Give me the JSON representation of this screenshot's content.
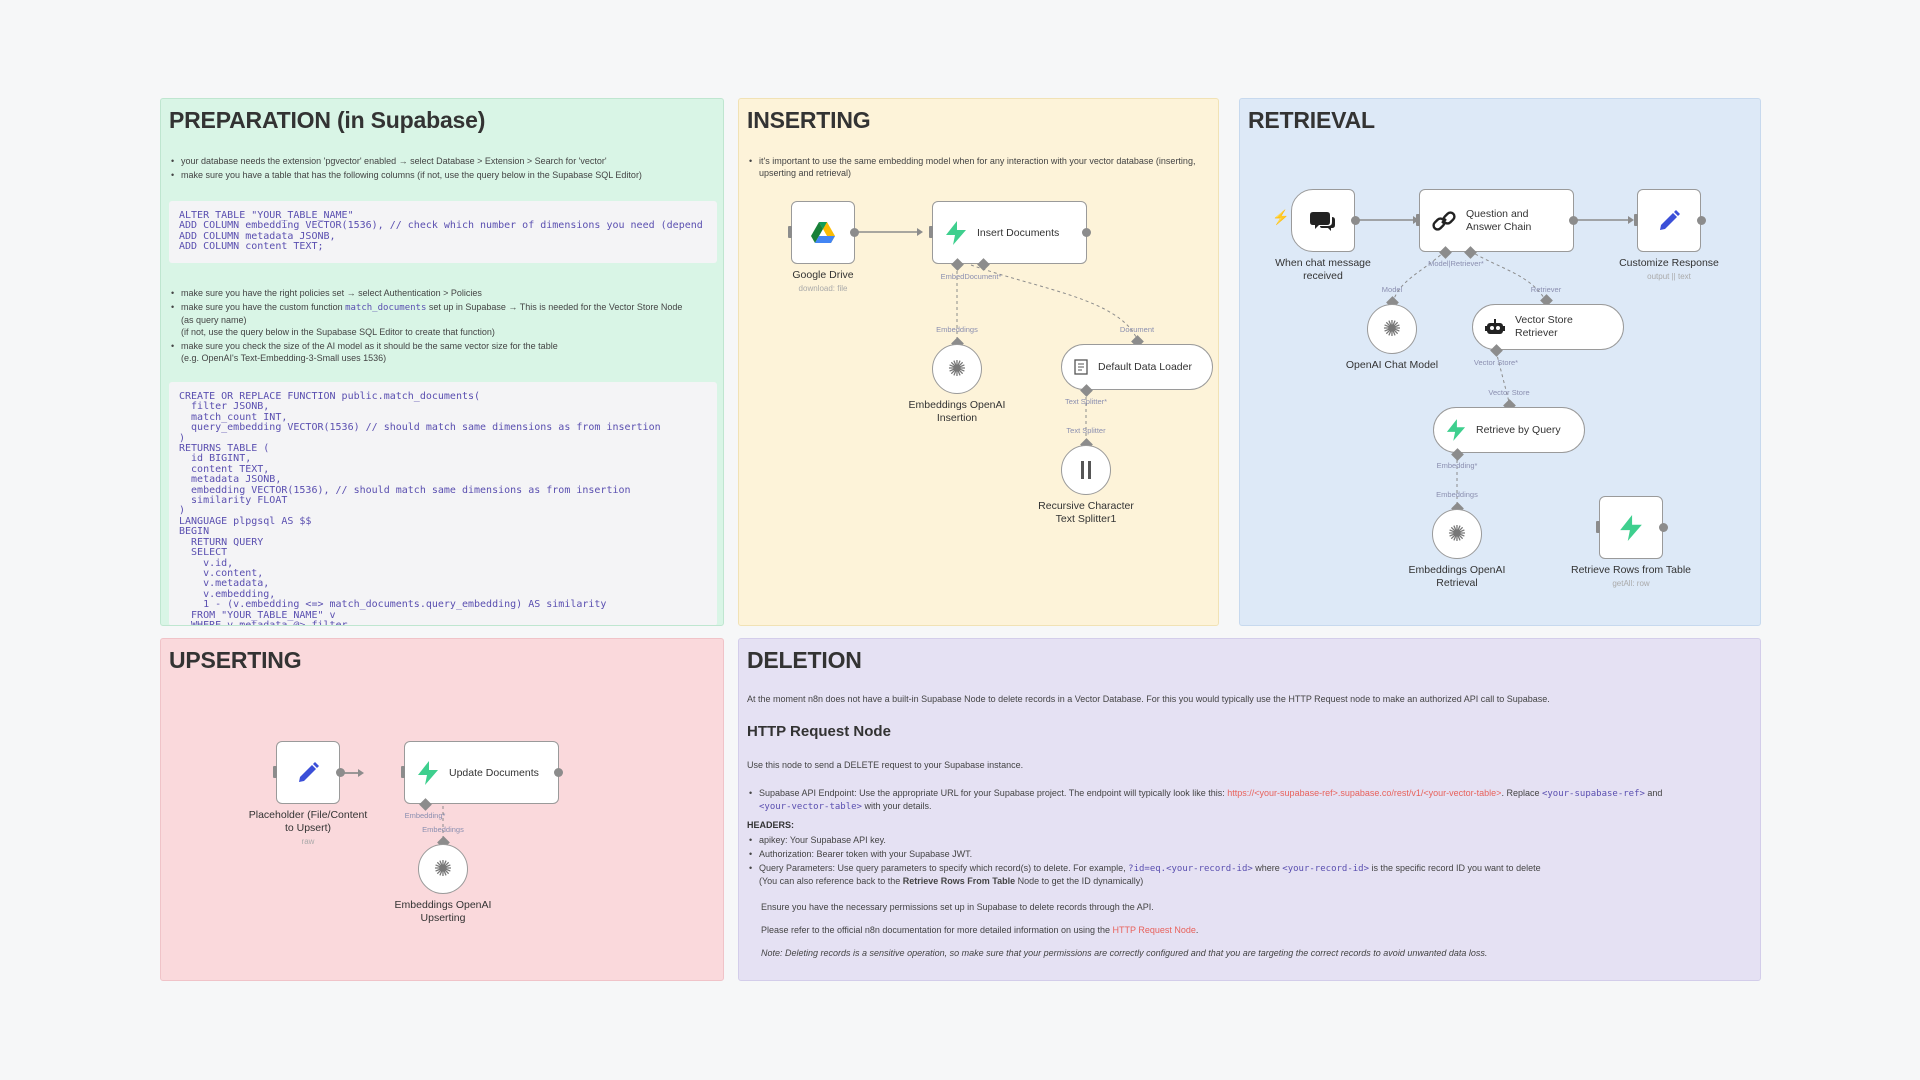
{
  "preparation": {
    "title": "PREPARATION (in Supabase)",
    "notes1": [
      "your database needs the extension 'pgvector' enabled → select Database > Extension > Search for 'vector'",
      "make sure you have a table that has the following columns (if not, use the query below in the Supabase SQL Editor)"
    ],
    "code1": "ALTER TABLE \"YOUR_TABLE_NAME\"\nADD COLUMN embedding VECTOR(1536), // check which number of dimensions you need (depend\nADD COLUMN metadata JSONB,\nADD COLUMN content TEXT;",
    "note_policies": "make sure you have the right policies set → select Authentication > Policies",
    "note_custom_a": "make sure you have the custom function ",
    "note_custom_code": "match_documents",
    "note_custom_b": " set up in Supabase → This is needed for the Vector Store Node",
    "note_custom_c": "(as query name)",
    "note_custom_d": "(if not, use the query below in the Supabase SQL Editor to create that function)",
    "note_size_a": "make sure you check the size of the AI model as it should be the same vector size for the table",
    "note_size_b": "(e.g. OpenAI's Text-Embedding-3-Small uses 1536)",
    "code2": "CREATE OR REPLACE FUNCTION public.match_documents(\n  filter JSONB,\n  match_count INT,\n  query_embedding VECTOR(1536) // should match same dimensions as from insertion\n)\nRETURNS TABLE (\n  id BIGINT,\n  content TEXT,\n  metadata JSONB,\n  embedding VECTOR(1536), // should match same dimensions as from insertion\n  similarity FLOAT\n)\nLANGUAGE plpgsql AS $$\nBEGIN\n  RETURN QUERY\n  SELECT\n    v.id,\n    v.content,\n    v.metadata,\n    v.embedding,\n    1 - (v.embedding <=> match_documents.query_embedding) AS similarity\n  FROM \"YOUR_TABLE_NAME\" v\n  WHERE v.metadata @> filter"
  },
  "inserting": {
    "title": "INSERTING",
    "note": "it's important to use the same embedding model when for any interaction with your vector database (inserting, upserting and retrieval)",
    "nodes": {
      "gdrive": {
        "label": "Google Drive",
        "sub": "download: file"
      },
      "insert": {
        "label": "Insert Documents"
      },
      "emb": {
        "label1": "Embeddings OpenAI",
        "label2": "Insertion"
      },
      "loader": {
        "label": "Default Data Loader"
      },
      "splitter": {
        "label1": "Recursive Character",
        "label2": "Text Splitter1"
      }
    },
    "ports": {
      "embed_doc": "EmbedDocument*",
      "embeddings": "Embeddings",
      "document": "Document",
      "text_splitter_star": "Text Splitter*",
      "text_splitter": "Text Splitter"
    }
  },
  "retrieval": {
    "title": "RETRIEVAL",
    "nodes": {
      "chat": {
        "label1": "When chat message",
        "label2": "received"
      },
      "qa": {
        "label1": "Question and",
        "label2": "Answer Chain"
      },
      "custom": {
        "label": "Customize Response",
        "sub": "output || text"
      },
      "chatmodel": {
        "label": "OpenAI Chat Model"
      },
      "vsr": {
        "label1": "Vector Store",
        "label2": "Retriever"
      },
      "rbq": {
        "label": "Retrieve by Query"
      },
      "emb": {
        "label1": "Embeddings OpenAI",
        "label2": "Retrieval"
      },
      "rows": {
        "label": "Retrieve Rows from Table",
        "sub": "getAll: row"
      }
    },
    "ports": {
      "model_retriever": "Model|Retriever*",
      "model": "Model",
      "retriever": "Retriever",
      "vector_store_star": "Vector Store*",
      "vector_store": "Vector Store",
      "embedding_star": "Embedding*",
      "embeddings": "Embeddings"
    }
  },
  "upserting": {
    "title": "UPSERTING",
    "nodes": {
      "placeholder": {
        "label1": "Placeholder (File/Content",
        "label2": "to Upsert)",
        "sub": "raw"
      },
      "update": {
        "label": "Update Documents"
      },
      "emb": {
        "label1": "Embeddings OpenAI",
        "label2": "Upserting"
      }
    },
    "ports": {
      "embedding_star": "Embedding*",
      "embeddings": "Embeddings"
    }
  },
  "deletion": {
    "title": "DELETION",
    "intro": "At the moment n8n does not have a built-in Supabase Node to delete records in a Vector Database. For this you would typically use the HTTP Request node to make an authorized API call to Supabase.",
    "h2": "HTTP Request Node",
    "use": "Use this node to send a DELETE request to your Supabase instance.",
    "endpoint_a": "Supabase API Endpoint: Use the appropriate URL for your Supabase project. The endpoint will typically look like this: ",
    "endpoint_link": "https://<your-supabase-ref>.supabase.co/rest/v1/<your-vector-table>",
    "endpoint_b": ". Replace ",
    "endpoint_code1": "<your-supabase-ref>",
    "endpoint_c": " and",
    "endpoint_code2": "<your-vector-table>",
    "endpoint_d": " with your details.",
    "headers_label": "HEADERS:",
    "h_apikey": "apikey: Your Supabase API key.",
    "h_auth": "Authorization: Bearer token with your Supabase JWT.",
    "h_query_a": "Query Parameters: Use query parameters to specify which record(s) to delete. For example, ",
    "h_query_code1": "?id=eq.<your-record-id>",
    "h_query_b": " where ",
    "h_query_code2": "<your-record-id>",
    "h_query_c": " is the specific record ID you want to delete",
    "h_query_d1": "(You can also reference back to the ",
    "h_query_bold": "Retrieve Rows From Table",
    "h_query_d2": " Node to get the ID dynamically)",
    "perm": "Ensure you have the necessary permissions set up in Supabase to delete records through the API.",
    "refer_a": "Please refer to the official n8n documentation for more detailed information on using the ",
    "refer_link": "HTTP Request Node",
    "refer_b": ".",
    "note": "Note: Deleting records is a sensitive operation, so make sure that your permissions are correctly configured and that you are targeting the correct records to avoid unwanted data loss."
  },
  "icons": {
    "gdrive": "google-drive-icon",
    "supabase": "supabase-bolt-icon",
    "openai": "openai-icon",
    "doc": "document-icon",
    "splitter": "splitter-icon",
    "chat": "chat-bubbles-icon",
    "chain": "chain-link-icon",
    "pencil": "pencil-icon",
    "robot": "robot-icon"
  },
  "colors": {
    "supabase_green": "#3ecf8e",
    "pencil_blue": "#3b4fd8",
    "link_red": "#e8625c",
    "code_purple": "#5a4fb0"
  }
}
